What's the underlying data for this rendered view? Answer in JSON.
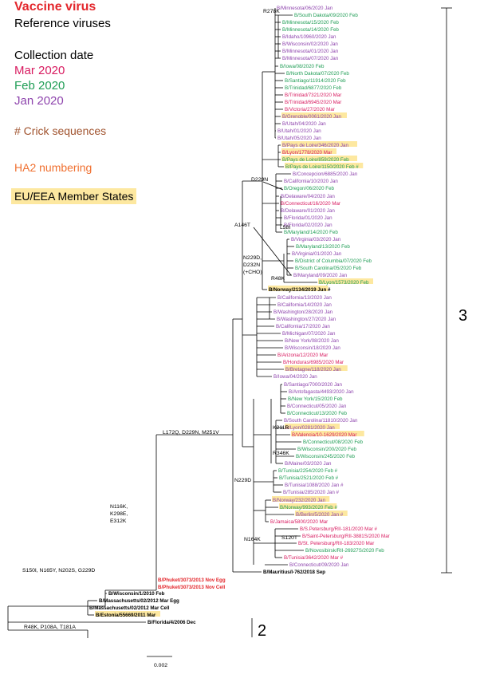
{
  "colors": {
    "vaccine": "#e3262b",
    "reference": "#000000",
    "mar": "#d81b60",
    "feb": "#1f9d55",
    "jan": "#8e44ad",
    "crick": "#a0522d",
    "ha2": "#f07030",
    "eu_highlight": "#fde8a0"
  },
  "legend": {
    "vaccine_virus": "Vaccine virus",
    "reference_viruses": "Reference viruses",
    "collection_date": "Collection date",
    "mar": "Mar 2020",
    "feb": "Feb 2020",
    "jan": "Jan 2020",
    "crick": "# Crick sequences",
    "ha2": "HA2 numbering",
    "eu": "EU/EEA Member States"
  },
  "clades": {
    "c3": "3",
    "c2": "2"
  },
  "scale_label": "0.002",
  "annotations": [
    "R278K",
    "D229N",
    "A146T",
    "L58I",
    "N229D,",
    "D232N",
    "(+CHO)",
    "R48K",
    "L172Q, D229N, M251V",
    "K211R",
    "R346K",
    "N229D",
    "N164K",
    "S120T",
    "N116K,",
    "K298E,",
    "E312K",
    "S150I, N165Y, N202S, G229D",
    "R48K, P108A, T181A"
  ],
  "leaves": [
    {
      "t": "B/Minnesota/06/2020 Jan",
      "c": "jan"
    },
    {
      "t": "B/South Dakota/09/2020 Feb",
      "c": "feb"
    },
    {
      "t": "B/Minnesota/15/2020 Feb",
      "c": "feb"
    },
    {
      "t": "B/Minnesota/14/2020 Feb",
      "c": "feb"
    },
    {
      "t": "B/Idaho/10960/2020 Jan",
      "c": "jan"
    },
    {
      "t": "B/Wisconsin/02/2020 Jan",
      "c": "jan"
    },
    {
      "t": "B/Minnesota/01/2020 Jan",
      "c": "jan"
    },
    {
      "t": "B/Minnesota/07/2020 Jan",
      "c": "jan"
    },
    {
      "t": "B/Iowa/08/2020 Feb",
      "c": "feb"
    },
    {
      "t": "B/North Dakota/07/2020 Feb",
      "c": "feb"
    },
    {
      "t": "B/Santiago/11914/2020 Feb",
      "c": "feb"
    },
    {
      "t": "B/Trinidad/6877/2020 Feb",
      "c": "feb"
    },
    {
      "t": "B/Trinidad/7321/2020 Mar",
      "c": "mar"
    },
    {
      "t": "B/Trinidad/6945/2020 Mar",
      "c": "mar"
    },
    {
      "t": "B/Victoria/27/2020 Mar",
      "c": "mar"
    },
    {
      "t": "B/Grenoble/0061/2020 Jan",
      "c": "jan",
      "eu": true
    },
    {
      "t": "B/Utah/04/2020 Jan",
      "c": "jan"
    },
    {
      "t": "B/Utah/01/2020 Jan",
      "c": "jan"
    },
    {
      "t": "B/Utah/05/2020 Jan",
      "c": "jan"
    },
    {
      "t": "B/Pays de Loire/346/2020 Jan",
      "c": "jan",
      "eu": true
    },
    {
      "t": "B/Lyon/1778/2020 Mar",
      "c": "mar",
      "eu": true
    },
    {
      "t": "B/Pays de Loire/859/2020 Feb",
      "c": "feb",
      "eu": true
    },
    {
      "t": "B/Pays de Loire/1150/2020 Feb #",
      "c": "feb",
      "eu": true
    },
    {
      "t": "B/Concepcion/6885/2020 Jan",
      "c": "jan"
    },
    {
      "t": "B/California/10/2020 Jan",
      "c": "jan"
    },
    {
      "t": "B/Oregon/06/2020 Feb",
      "c": "feb"
    },
    {
      "t": "B/Delaware/04/2020 Jan",
      "c": "jan"
    },
    {
      "t": "B/Connecticut/16/2020 Mar",
      "c": "mar"
    },
    {
      "t": "B/Delaware/01/2020 Jan",
      "c": "jan"
    },
    {
      "t": "B/Florida/01/2020 Jan",
      "c": "jan"
    },
    {
      "t": "B/Florida/02/2020 Jan",
      "c": "jan"
    },
    {
      "t": "B/Maryland/14/2020 Feb",
      "c": "feb"
    },
    {
      "t": "B/Virginia/03/2020 Jan",
      "c": "jan"
    },
    {
      "t": "B/Maryland/13/2020 Feb",
      "c": "feb"
    },
    {
      "t": "B/Virginia/01/2020 Jan",
      "c": "jan"
    },
    {
      "t": "B/District of Columbia/07/2020 Feb",
      "c": "feb"
    },
    {
      "t": "B/South Carolina/05/2020 Feb",
      "c": "feb"
    },
    {
      "t": "B/Maryland/09/2020 Jan",
      "c": "jan"
    },
    {
      "t": "B/Lyon/1573/2020 Feb",
      "c": "feb",
      "eu": true
    },
    {
      "t": "B/Norway/2134/2019 Jun #",
      "c": "ref",
      "eu": true
    },
    {
      "t": "B/California/13/2020 Jan",
      "c": "jan"
    },
    {
      "t": "B/California/14/2020 Jan",
      "c": "jan"
    },
    {
      "t": "B/Washington/28/2020 Jan",
      "c": "jan"
    },
    {
      "t": "B/Washington/27/2020 Jan",
      "c": "jan"
    },
    {
      "t": "B/California/17/2020 Jan",
      "c": "jan"
    },
    {
      "t": "B/Michigan/07/2020 Jan",
      "c": "jan"
    },
    {
      "t": "B/New York/08/2020 Jan",
      "c": "jan"
    },
    {
      "t": "B/Wisconsin/18/2020 Jan",
      "c": "jan"
    },
    {
      "t": "B/Arizona/12/2020 Mar",
      "c": "mar"
    },
    {
      "t": "B/Honduras/6985/2020 Mar",
      "c": "mar"
    },
    {
      "t": "B/Bretagne/118/2020 Jan",
      "c": "jan",
      "eu": true
    },
    {
      "t": "B/Iowa/04/2020 Jan",
      "c": "jan"
    },
    {
      "t": "B/Santiago/7000/2020 Jan",
      "c": "jan"
    },
    {
      "t": "B/Antofagasta/4493/2020 Jan",
      "c": "jan"
    },
    {
      "t": "B/New York/15/2020 Feb",
      "c": "feb"
    },
    {
      "t": "B/Connecticut/05/2020 Jan",
      "c": "jan"
    },
    {
      "t": "B/Connecticut/13/2020 Feb",
      "c": "feb"
    },
    {
      "t": "B/South Carolina/11810/2020 Jan",
      "c": "jan"
    },
    {
      "t": "B/Lyon/0281/2020 Jan",
      "c": "jan",
      "eu": true
    },
    {
      "t": "B/Valencia/10-1629/2020 Mar",
      "c": "mar",
      "eu": true
    },
    {
      "t": "B/Connecticut/08/2020 Feb",
      "c": "feb"
    },
    {
      "t": "B/Wisconsin/200/2020 Feb",
      "c": "feb"
    },
    {
      "t": "B/Wisconsin/245/2020 Feb",
      "c": "feb"
    },
    {
      "t": "B/Maine/03/2020 Jan",
      "c": "jan"
    },
    {
      "t": "B/Tunisia/2254/2020 Feb #",
      "c": "feb"
    },
    {
      "t": "B/Tunisia/2521/2020 Feb #",
      "c": "feb"
    },
    {
      "t": "B/Tunisia/1088/2020 Jan #",
      "c": "jan"
    },
    {
      "t": "B/Tunisia/285/2020 Jan #",
      "c": "jan"
    },
    {
      "t": "B/Norway/232/2020 Jan",
      "c": "jan",
      "eu": true
    },
    {
      "t": "B/Norway/993/2020 Feb #",
      "c": "feb",
      "eu": true
    },
    {
      "t": "B/Berlin/5/2020 Jan #",
      "c": "jan",
      "eu": true
    },
    {
      "t": "B/Jamaica/5800/2020 Mar",
      "c": "mar"
    },
    {
      "t": "B/S.Petersburg/RII-181/2020 Mar #",
      "c": "mar"
    },
    {
      "t": "B/Saint-Petersburg/RII-3881S/2020 Mar",
      "c": "mar"
    },
    {
      "t": "B/St. Petersburg/RII-183/2020 Mar",
      "c": "mar"
    },
    {
      "t": "B/Novosibirsk/RII-26927S/2020 Feb",
      "c": "feb"
    },
    {
      "t": "B/Tunisia/3642/2020 Mar #",
      "c": "mar"
    },
    {
      "t": "B/Connecticut/09/2020 Jan",
      "c": "jan"
    },
    {
      "t": "B/Mauritius/I-762/2018 Sep",
      "c": "ref"
    },
    {
      "t": "B/Phuket/3073/2013 Nov Egg",
      "c": "vac"
    },
    {
      "t": "B/Phuket/3073/2013 Nov Cell",
      "c": "vac"
    },
    {
      "t": "B/Wisconsin/1/2010 Feb",
      "c": "ref"
    },
    {
      "t": "B/Massachusetts/02/2012 Mar Egg",
      "c": "ref"
    },
    {
      "t": "B/Massachusetts/02/2012 Mar Cell",
      "c": "ref"
    },
    {
      "t": "B/Estonia/55669/2011 Mar",
      "c": "ref",
      "eu": true
    },
    {
      "t": "B/Florida/4/2006 Dec",
      "c": "ref"
    }
  ]
}
